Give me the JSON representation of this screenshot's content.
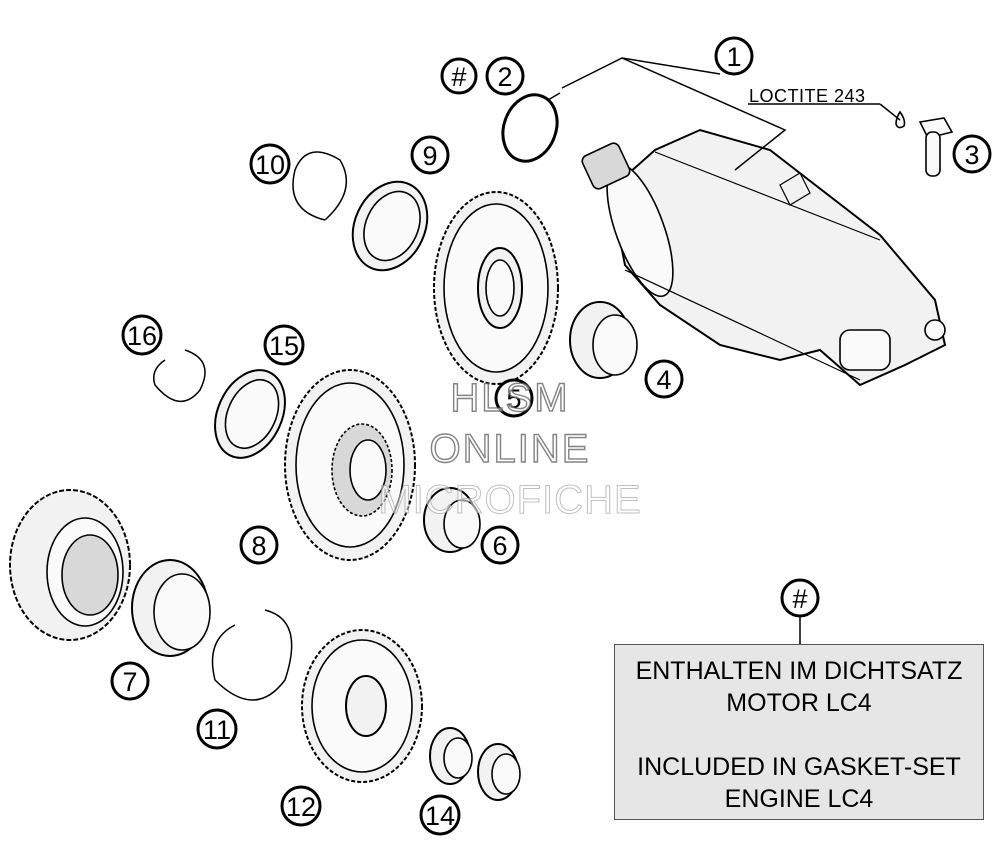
{
  "callouts": [
    {
      "id": "1",
      "label": "1"
    },
    {
      "id": "2",
      "label": "2"
    },
    {
      "id": "hash-top",
      "label": "#"
    },
    {
      "id": "3",
      "label": "3"
    },
    {
      "id": "4",
      "label": "4"
    },
    {
      "id": "5",
      "label": "5"
    },
    {
      "id": "6",
      "label": "6"
    },
    {
      "id": "7",
      "label": "7"
    },
    {
      "id": "8",
      "label": "8"
    },
    {
      "id": "9",
      "label": "9"
    },
    {
      "id": "10",
      "label": "10"
    },
    {
      "id": "11",
      "label": "11"
    },
    {
      "id": "12",
      "label": "12"
    },
    {
      "id": "14",
      "label": "14"
    },
    {
      "id": "15",
      "label": "15"
    },
    {
      "id": "16",
      "label": "16"
    },
    {
      "id": "hash-note",
      "label": "#"
    }
  ],
  "loctite_label": "LOCTITE 243",
  "watermark": {
    "line1": "HLSM",
    "line2": "ONLINE",
    "line3": "MICROFICHE"
  },
  "note": {
    "de_line1": "ENTHALTEN IM DICHTSATZ",
    "de_line2": "MOTOR LC4",
    "en_line1": "INCLUDED IN GASKET-SET",
    "en_line2": "ENGINE LC4"
  }
}
